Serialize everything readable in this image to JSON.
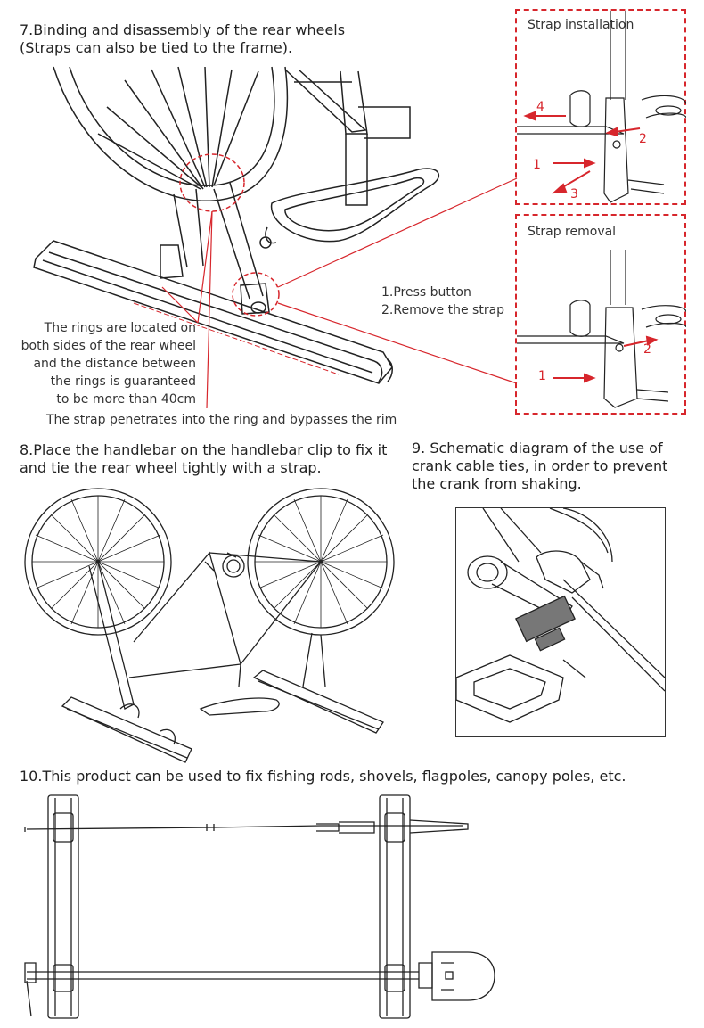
{
  "section7": {
    "title_line1": "7.Binding and disassembly of the rear wheels",
    "title_line2": "(Straps can also be tied to the frame).",
    "rings_note": [
      "The rings are located on",
      "both sides of the rear wheel",
      "and the distance between",
      "the rings is guaranteed",
      "to be more than 40cm"
    ],
    "strap_note": "The strap penetrates into the ring and bypasses the rim",
    "steps": [
      "1.Press button",
      "2.Remove the strap"
    ],
    "install_label": "Strap installation",
    "install_numbers": [
      "1",
      "2",
      "3",
      "4"
    ],
    "removal_label": "Strap removal",
    "removal_numbers": [
      "1",
      "2"
    ]
  },
  "section8": {
    "title_line1": "8.Place the handlebar on the handlebar clip to fix it",
    "title_line2": "and tie the rear wheel tightly with a strap."
  },
  "section9": {
    "title_line1": "9. Schematic diagram of the use of",
    "title_line2": "crank cable ties, in order to prevent",
    "title_line3": "the crank from shaking."
  },
  "section10": {
    "title": "10.This product can be used to fix fishing rods, shovels, flagpoles, canopy poles, etc."
  },
  "colors": {
    "accent": "#d7262c",
    "line": "#222222"
  }
}
